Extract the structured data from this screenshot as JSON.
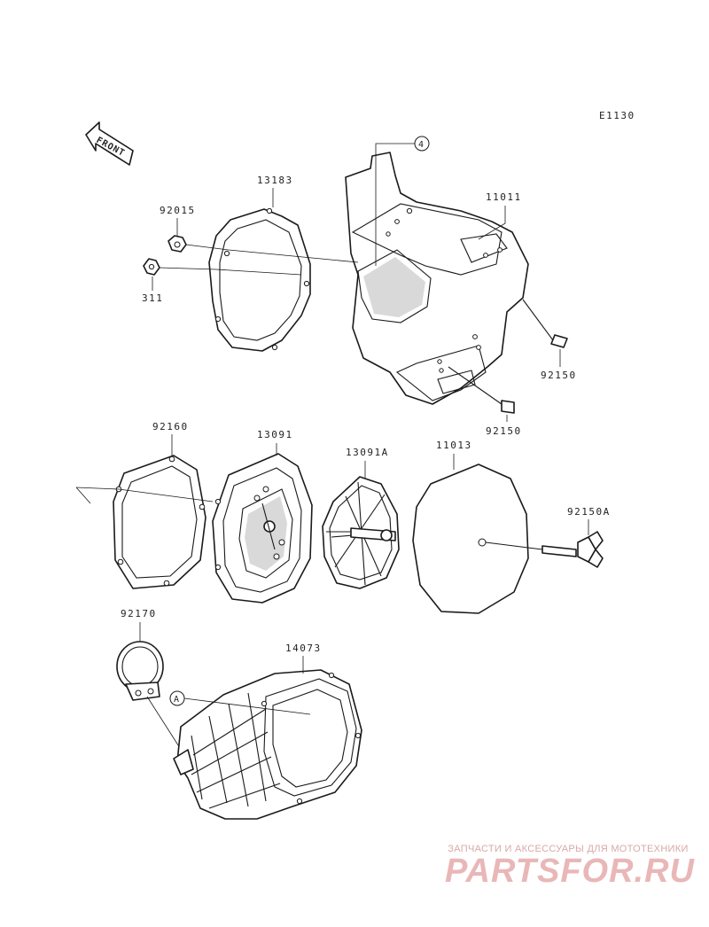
{
  "diagram": {
    "code": "E1130",
    "front_label": "FRONT",
    "callouts": {
      "ref_4": "4",
      "ref_a": "A"
    },
    "parts": {
      "p13183": "13183",
      "p92015": "92015",
      "p311": "311",
      "p11011": "11011",
      "p92150_a": "92150",
      "p92150_b": "92150",
      "p92160": "92160",
      "p13091": "13091",
      "p13091a": "13091A",
      "p11013": "11013",
      "p92150a": "92150A",
      "p92170": "92170",
      "p14073": "14073"
    }
  },
  "watermark": {
    "tagline": "ЗАПЧАСТИ И АКСЕССУАРЫ ДЛЯ МОТОТЕХНИКИ",
    "logo": "PARTSFOR.RU"
  }
}
